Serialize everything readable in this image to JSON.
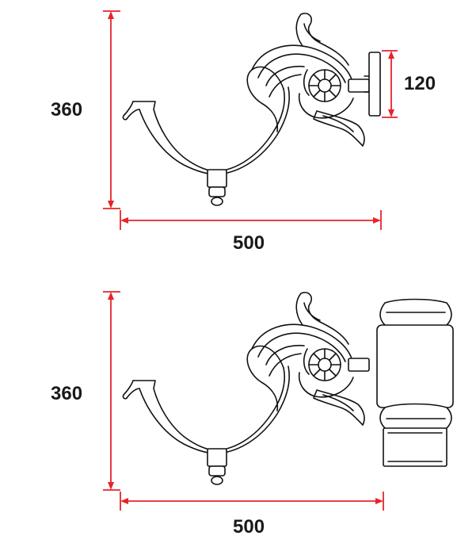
{
  "drawings": [
    {
      "variant": "wall-mounted bracket",
      "height_label": "360",
      "width_label": "500",
      "plate_label": "120",
      "dim_color": "#e8232a"
    },
    {
      "variant": "post-mounted bracket",
      "height_label": "360",
      "width_label": "500",
      "dim_color": "#e8232a"
    }
  ]
}
